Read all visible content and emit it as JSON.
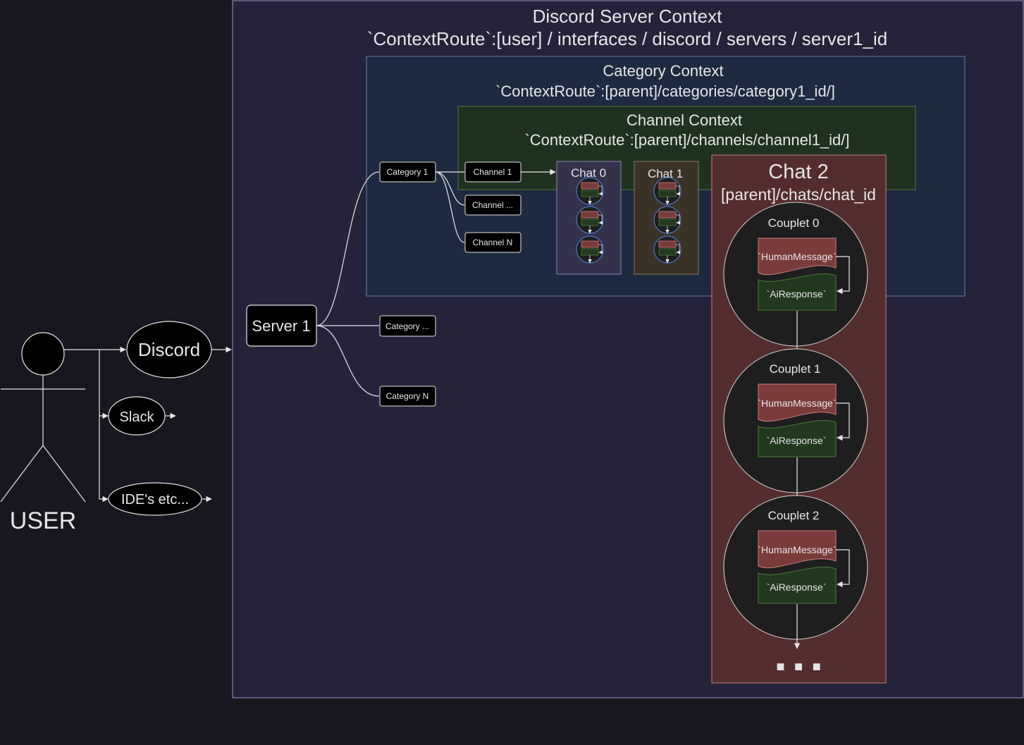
{
  "user": {
    "label": "USER"
  },
  "interfaces": [
    {
      "label": "Discord"
    },
    {
      "label": "Slack"
    },
    {
      "label": "IDE's etc..."
    }
  ],
  "server_context": {
    "title": "Discord Server Context",
    "route": "`ContextRoute`:[user] / interfaces / discord / servers / server1_id"
  },
  "category_context": {
    "title": "Category Context",
    "route": "`ContextRoute`:[parent]/categories/category1_id/]"
  },
  "channel_context": {
    "title": "Channel Context",
    "route": "`ContextRoute`:[parent]/channels/channel1_id/]"
  },
  "server": {
    "label": "Server 1"
  },
  "categories": [
    {
      "label": "Category 1"
    },
    {
      "label": "Category ..."
    },
    {
      "label": "Category N"
    }
  ],
  "channels": [
    {
      "label": "Channel 1"
    },
    {
      "label": "Channel  ..."
    },
    {
      "label": "Channel N"
    }
  ],
  "chats": [
    {
      "label": "Chat 0"
    },
    {
      "label": "Chat 1"
    }
  ],
  "chat2": {
    "title": "Chat 2",
    "route": "[parent]/chats/chat_id",
    "couplets": [
      {
        "label": "Couplet 0",
        "human": "`HumanMessage`",
        "ai": "`AiResponse`"
      },
      {
        "label": "Couplet 1",
        "human": "`HumanMessage`",
        "ai": "`AiResponse`"
      },
      {
        "label": "Couplet 2",
        "human": "`HumanMessage`",
        "ai": "`AiResponse`"
      }
    ],
    "ellipsis": "■ ■ ■"
  }
}
